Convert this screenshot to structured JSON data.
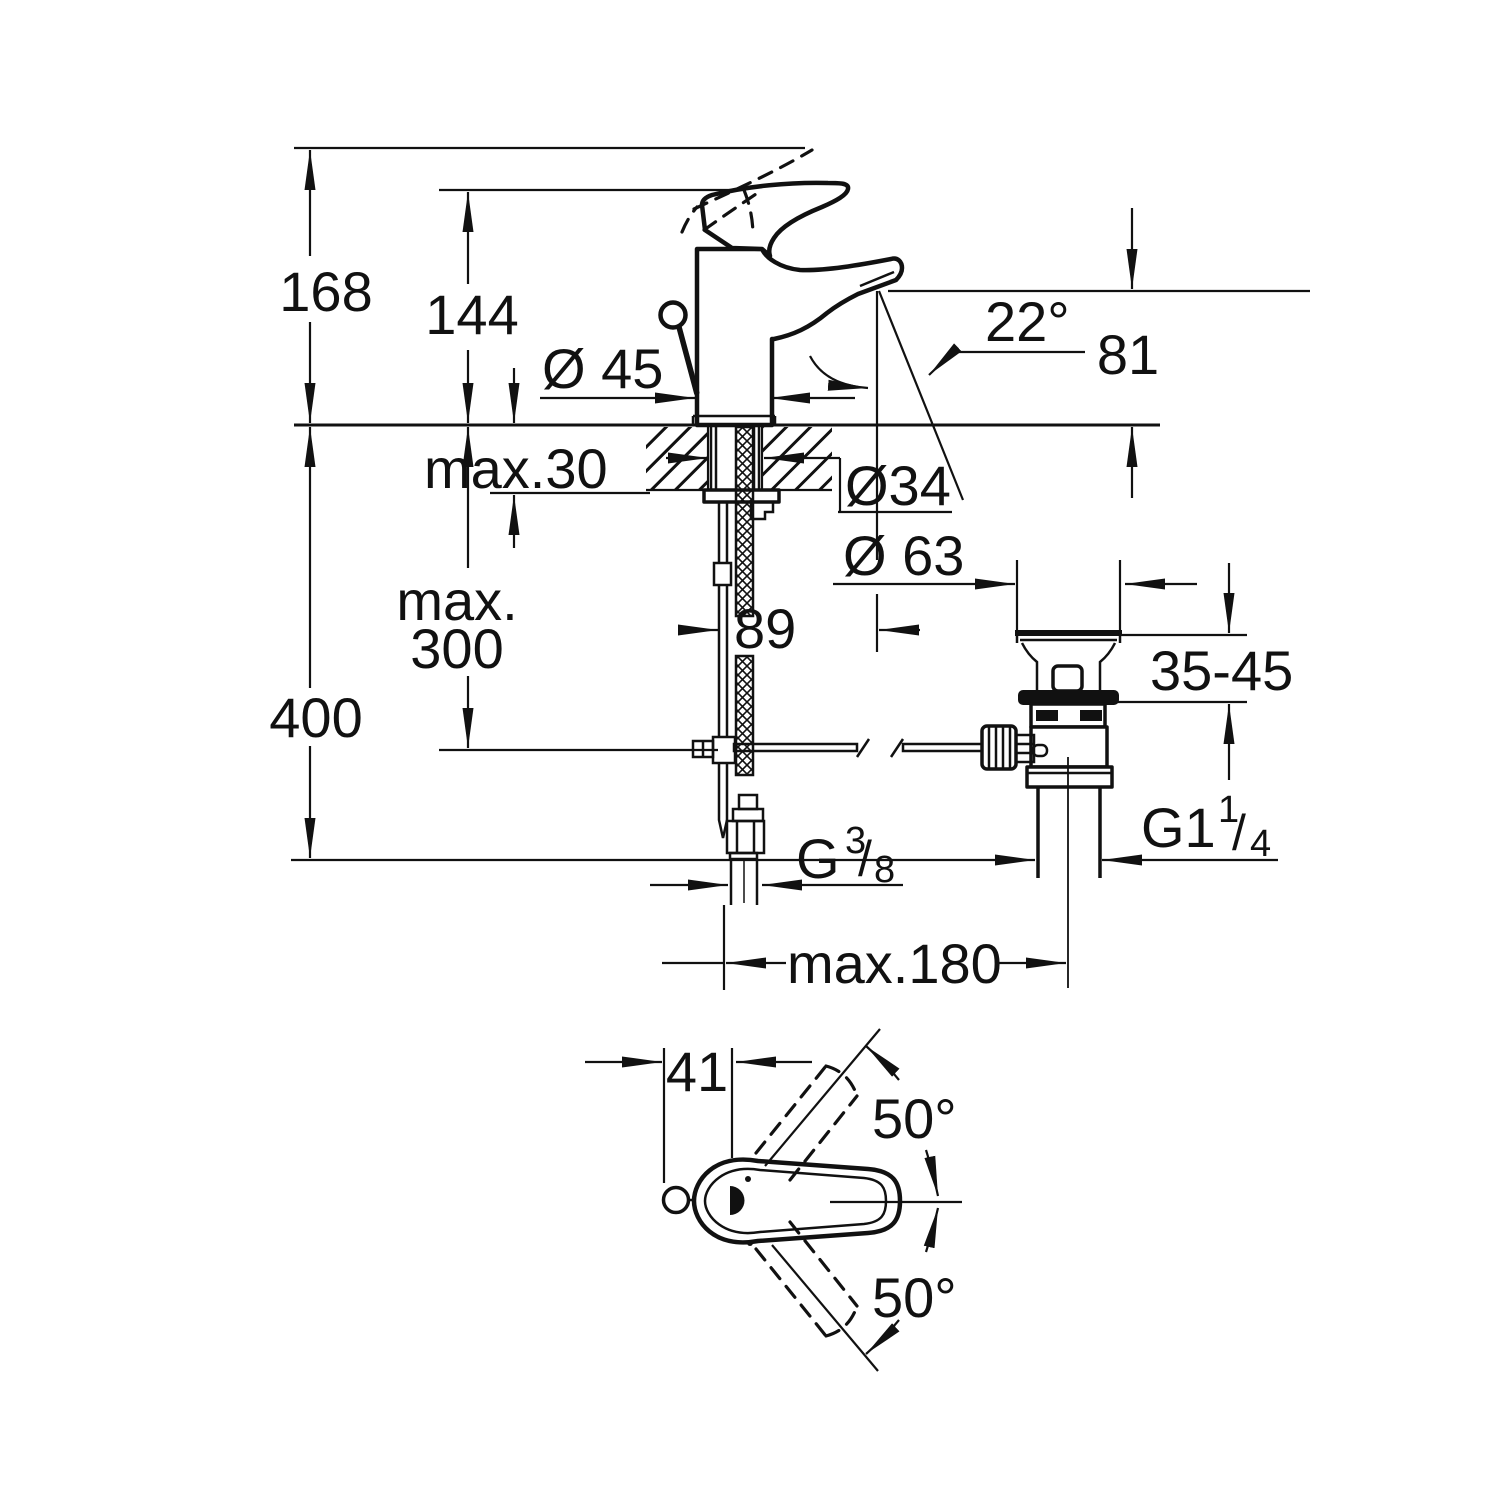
{
  "colors": {
    "background": "#ffffff",
    "line": "#111111"
  },
  "side_view": {
    "overall_height": "168",
    "handle_height": "144",
    "base_diameter": "Ø 45",
    "deck_thickness": "max.30",
    "hole_diameter": "Ø34",
    "spout_angle": "22°",
    "spout_height": "81",
    "hose_drop_line1": "max.",
    "hose_drop_line2": "300",
    "hose_length": "400",
    "flange_diameter": "Ø 63",
    "center_offset": "89",
    "waste_adjust_range": "35-45",
    "supply_thread": {
      "base": "G",
      "sup": "3",
      "slash": "/",
      "sub": "8"
    },
    "waste_thread": {
      "base": "G1",
      "sup": "1",
      "slash": "/",
      "sub": "4"
    },
    "max_reach": "max.180"
  },
  "top_view": {
    "handle_width": "41",
    "swing_up": "50°",
    "swing_down": "50°"
  }
}
